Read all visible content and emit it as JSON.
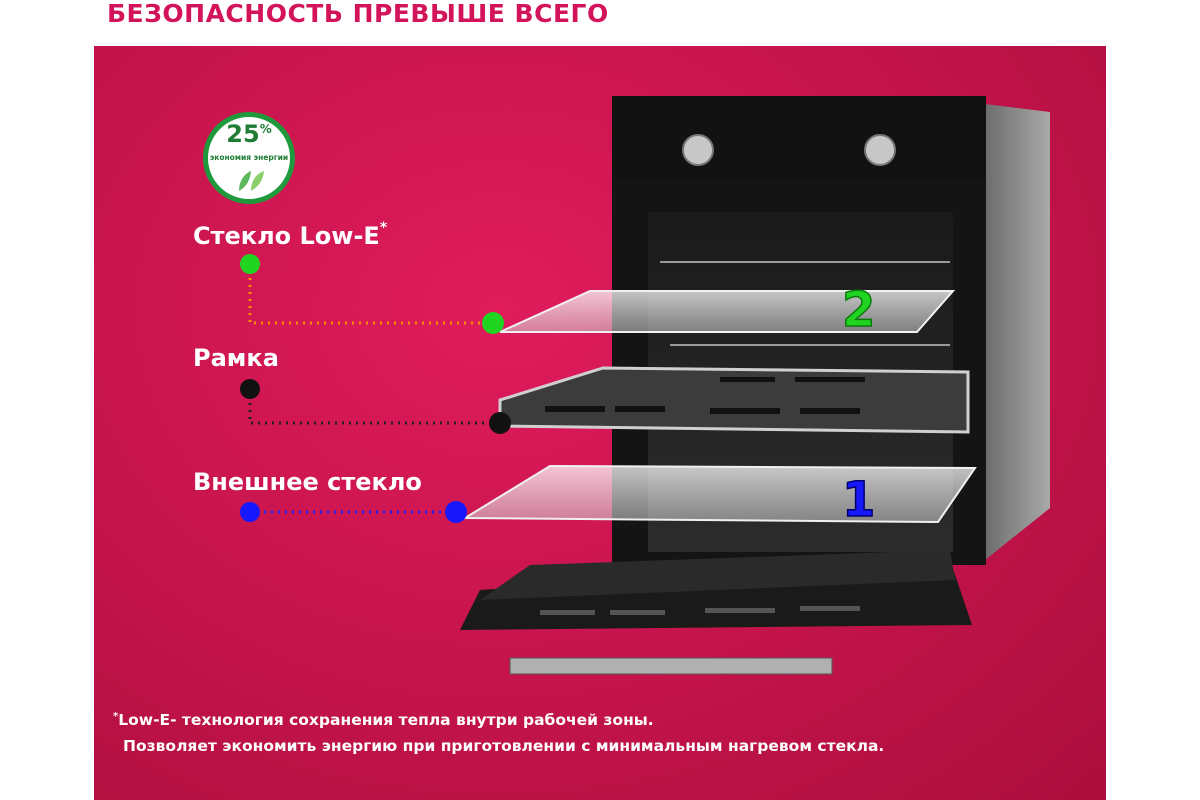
{
  "heading": "БЕЗОПАСНОСТЬ ПРЕВЫШЕ ВСЕГО",
  "badge": {
    "percent": "25",
    "percent_sign": "%",
    "caption": "экономия энергии"
  },
  "labels": {
    "low_e": "Стекло Low-E",
    "low_e_mark": "*",
    "frame": "Рамка",
    "outer": "Внешнее стекло"
  },
  "numbers": {
    "inner": "2",
    "outer": "1"
  },
  "footnote": {
    "mark": "*",
    "line1": "Low-E- технология сохранения тепла внутри рабочей зоны.",
    "line2": "Позволяет экономить энергию при приготовлении с минимальным нагревом стекла."
  },
  "colors": {
    "accent": "#d4145a",
    "green": "#22d422",
    "black": "#111111",
    "blue": "#1818ff"
  }
}
